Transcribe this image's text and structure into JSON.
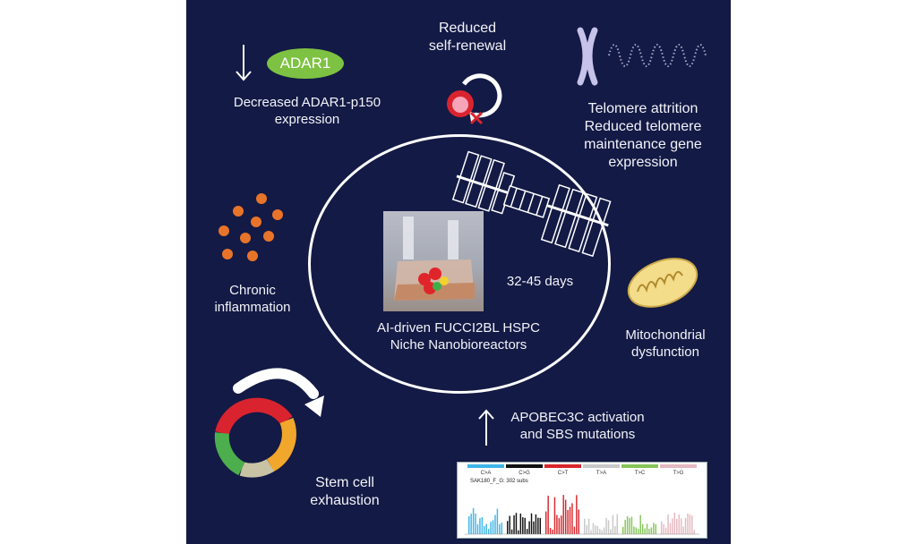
{
  "adar": {
    "pill_label": "ADAR1",
    "caption_line1": "Decreased ADAR1-p150",
    "caption_line2": "expression"
  },
  "self_renewal": {
    "line1": "Reduced",
    "line2": "self-renewal"
  },
  "telomere": {
    "line1": "Telomere attrition",
    "line2": "Reduced telomere",
    "line3": "maintenance gene",
    "line4": "expression"
  },
  "inflammation": {
    "line1": "Chronic",
    "line2": "inflammation"
  },
  "center": {
    "days": "32-45 days",
    "line1": "AI-driven FUCCI2BL HSPC",
    "line2": "Niche Nanobioreactors"
  },
  "mito": {
    "line1": "Mitochondrial",
    "line2": "dysfunction"
  },
  "apobec": {
    "line1": "APOBEC3C activation",
    "line2": "and SBS mutations"
  },
  "stem": {
    "line1": "Stem cell",
    "line2": "exhaustion"
  },
  "signature_chart": {
    "categories": [
      "C>A",
      "C>G",
      "C>T",
      "T>A",
      "T>C",
      "T>G"
    ],
    "category_colors": [
      "#3fb5e8",
      "#111111",
      "#d7262b",
      "#c8c8c8",
      "#86c55a",
      "#e4b9c0"
    ],
    "sample_label": "SAK180_F_G: 302 subs"
  },
  "colors": {
    "panel_bg": "#131a45",
    "adar_pill": "#7dc242",
    "orange_dots": "#e8742a",
    "mito_fill": "#f3dc8a"
  },
  "icons": [
    "down-arrow-icon",
    "cell-cycle-arrow-icon",
    "chromosome-icon",
    "inflammation-dots-icon",
    "space-station-icon",
    "mitochondrion-icon",
    "up-arrow-icon",
    "cell-cycle-wheel-icon"
  ]
}
